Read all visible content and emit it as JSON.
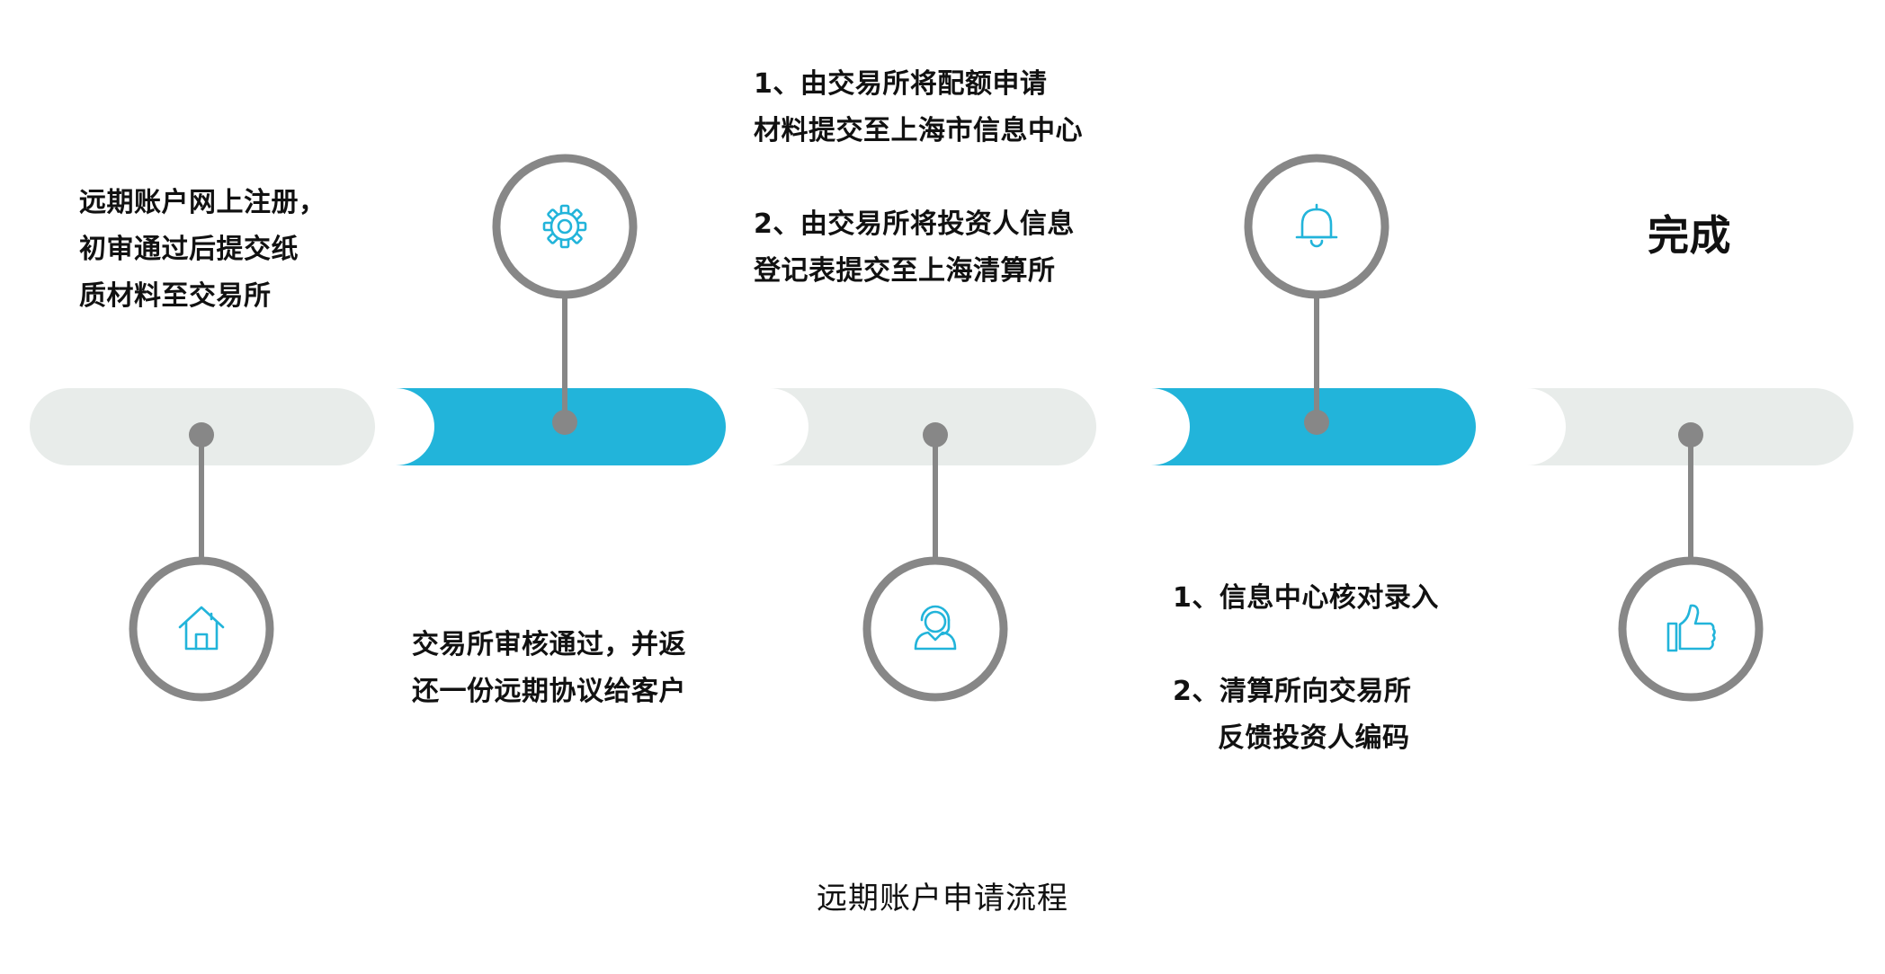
{
  "colors": {
    "track_grey": "#e8ecea",
    "track_blue": "#22b4da",
    "connector": "#878787",
    "icon": "#22b4da",
    "text": "#111111"
  },
  "steps": [
    {
      "id": 1,
      "icon": "home-icon",
      "text": [
        "远期账户网上注册，",
        "初审通过后提交纸",
        "质材料至交易所"
      ]
    },
    {
      "id": 2,
      "icon": "gear-icon",
      "text": [
        "交易所审核通过，并返",
        "还一份远期协议给客户"
      ]
    },
    {
      "id": 3,
      "icon": "headset-user-icon",
      "text": {
        "item1": [
          "1、由交易所将配额申请",
          "材料提交至上海市信息中心"
        ],
        "item2": [
          "2、由交易所将投资人信息",
          "登记表提交至上海清算所"
        ]
      }
    },
    {
      "id": 4,
      "icon": "bell-icon",
      "text": {
        "item1": [
          "1、信息中心核对录入"
        ],
        "item2": [
          "2、清算所向交易所",
          "反馈投资人编码"
        ]
      }
    },
    {
      "id": 5,
      "icon": "thumbs-up-icon",
      "text": [
        "完成"
      ]
    }
  ],
  "caption": "远期账户申请流程"
}
